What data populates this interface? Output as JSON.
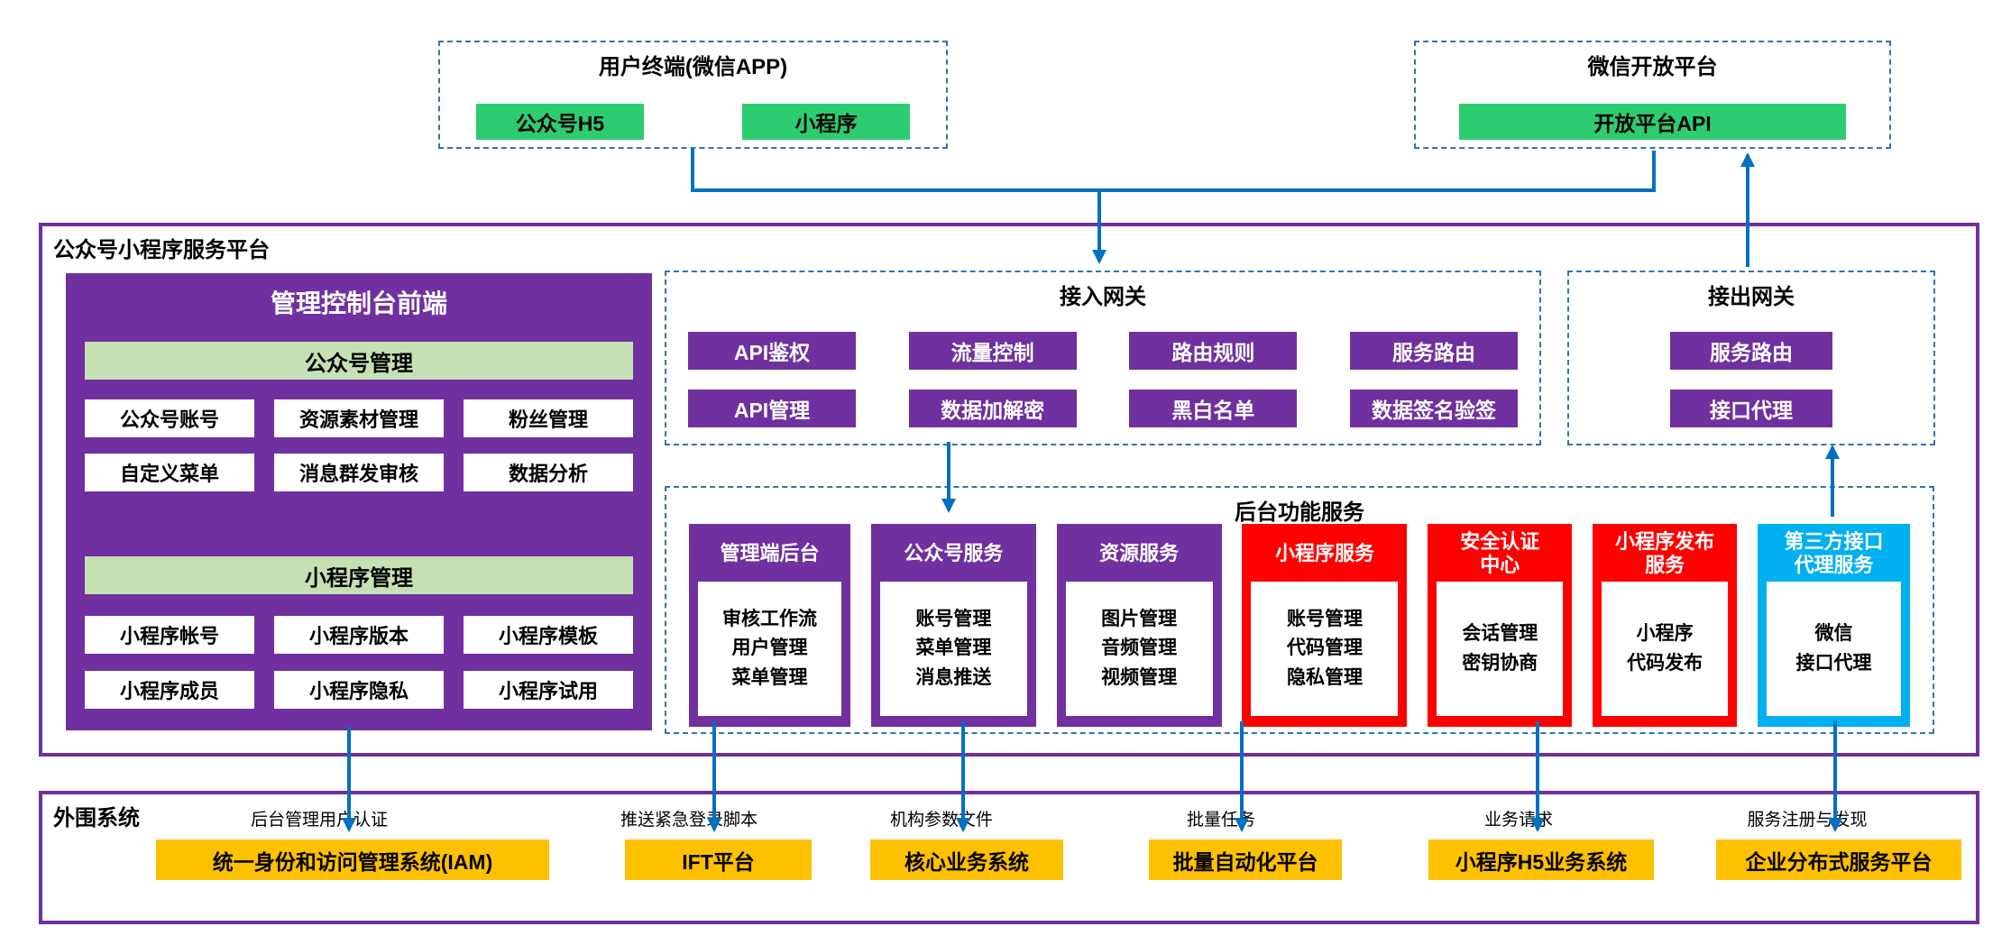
{
  "colors": {
    "purple": "#7030A0",
    "bright_green": "#2ECC71",
    "light_green": "#C6E0B4",
    "red": "#FF0000",
    "sky_blue": "#00B0F0",
    "orange": "#FFC000",
    "arrow_blue": "#0070C0",
    "dashed_border_blue": "#2E75B6"
  },
  "top": {
    "user_terminal": {
      "title": "用户终端(微信APP)",
      "items": [
        "公众号H5",
        "小程序"
      ]
    },
    "open_platform": {
      "title": "微信开放平台",
      "items": [
        "开放平台API"
      ]
    }
  },
  "platform": {
    "title": "公众号小程序服务平台",
    "console": {
      "title": "管理控制台前端",
      "sections": [
        {
          "header": "公众号管理",
          "items": [
            "公众号账号",
            "资源素材管理",
            "粉丝管理",
            "自定义菜单",
            "消息群发审核",
            "数据分析"
          ]
        },
        {
          "header": "小程序管理",
          "items": [
            "小程序帐号",
            "小程序版本",
            "小程序模板",
            "小程序成员",
            "小程序隐私",
            "小程序试用"
          ]
        }
      ]
    },
    "access_gateway": {
      "title": "接入网关",
      "items": [
        "API鉴权",
        "流量控制",
        "路由规则",
        "服务路由",
        "API管理",
        "数据加解密",
        "黑白名单",
        "数据签名验签"
      ]
    },
    "outbound_gateway": {
      "title": "接出网关",
      "items": [
        "服务路由",
        "接口代理"
      ]
    },
    "backend": {
      "title": "后台功能服务",
      "cards": [
        {
          "title": "管理端后台",
          "color": "purple",
          "lines": [
            "审核工作流",
            "用户管理",
            "菜单管理"
          ]
        },
        {
          "title": "公众号服务",
          "color": "purple",
          "lines": [
            "账号管理",
            "菜单管理",
            "消息推送"
          ]
        },
        {
          "title": "资源服务",
          "color": "purple",
          "lines": [
            "图片管理",
            "音频管理",
            "视频管理"
          ]
        },
        {
          "title": "小程序服务",
          "color": "red",
          "lines": [
            "账号管理",
            "代码管理",
            "隐私管理"
          ]
        },
        {
          "title": "安全认证\n中心",
          "color": "red",
          "lines": [
            "会话管理",
            "密钥协商"
          ]
        },
        {
          "title": "小程序发布\n服务",
          "color": "red",
          "lines": [
            "小程序",
            "代码发布"
          ]
        },
        {
          "title": "第三方接口\n代理服务",
          "color": "blue",
          "lines": [
            "微信",
            "接口代理"
          ]
        }
      ]
    }
  },
  "peripheral": {
    "title": "外围系统",
    "connections": [
      {
        "label": "后台管理用户认证",
        "system": "统一身份和访问管理系统(IAM)"
      },
      {
        "label": "推送紧急登录脚本",
        "system": "IFT平台"
      },
      {
        "label": "机构参数文件",
        "system": "核心业务系统"
      },
      {
        "label": "批量任务",
        "system": "批量自动化平台"
      },
      {
        "label": "业务请求",
        "system": "小程序H5业务系统"
      },
      {
        "label": "服务注册与发现",
        "system": "企业分布式服务平台"
      }
    ]
  }
}
